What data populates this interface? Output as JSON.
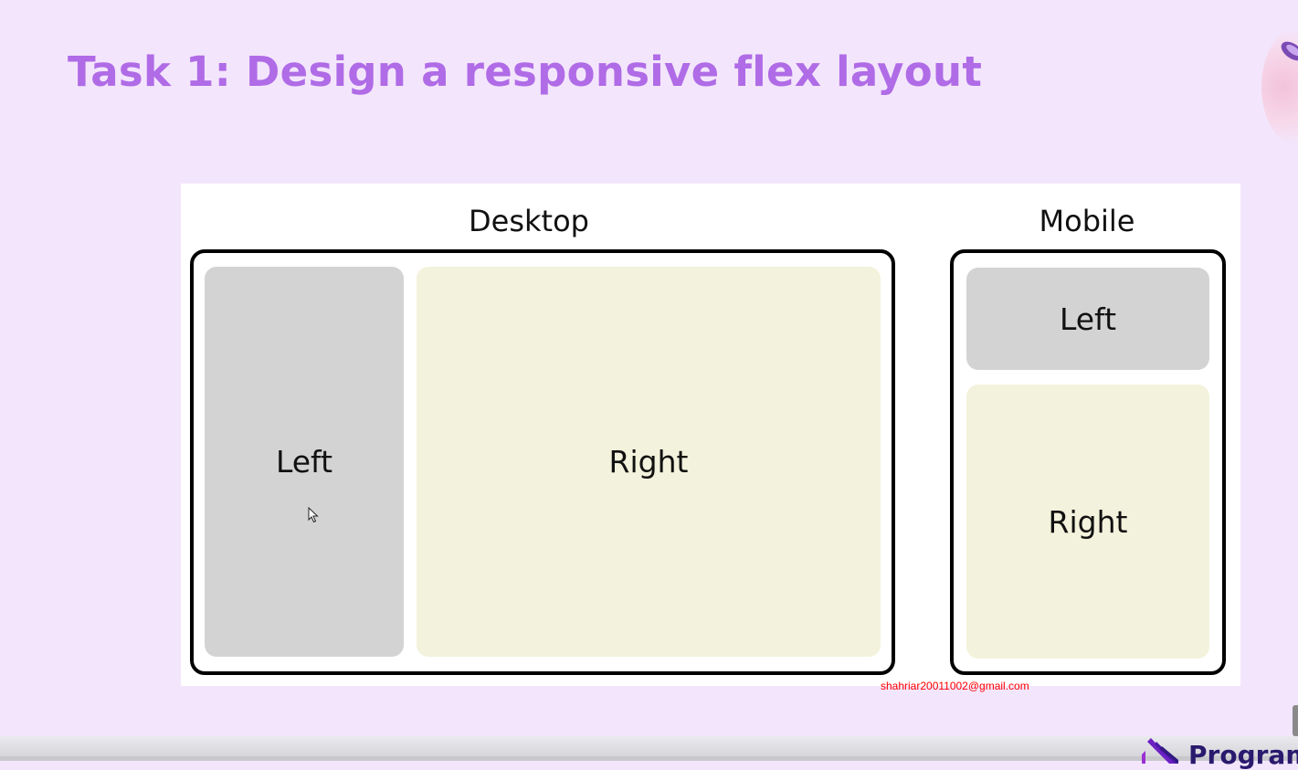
{
  "slide": {
    "title": "Task 1: Design a responsive flex layout"
  },
  "diagram": {
    "desktop": {
      "label": "Desktop",
      "left_label": "Left",
      "right_label": "Right"
    },
    "mobile": {
      "label": "Mobile",
      "left_label": "Left",
      "right_label": "Right"
    }
  },
  "watermark": "shahriar20011002@gmail.com",
  "footer": {
    "brand": "Program"
  },
  "colors": {
    "title": "#b06be6",
    "slide_background": "#f3e6fc",
    "left_pane": "#d3d3d3",
    "right_pane": "#f3f2dc",
    "watermark": "#ff0000",
    "brand": "#2a1a6e"
  },
  "icons": {
    "cursor": "mouse-cursor-icon",
    "corner": "rocket-icon",
    "brand": "brand-logo-icon"
  }
}
